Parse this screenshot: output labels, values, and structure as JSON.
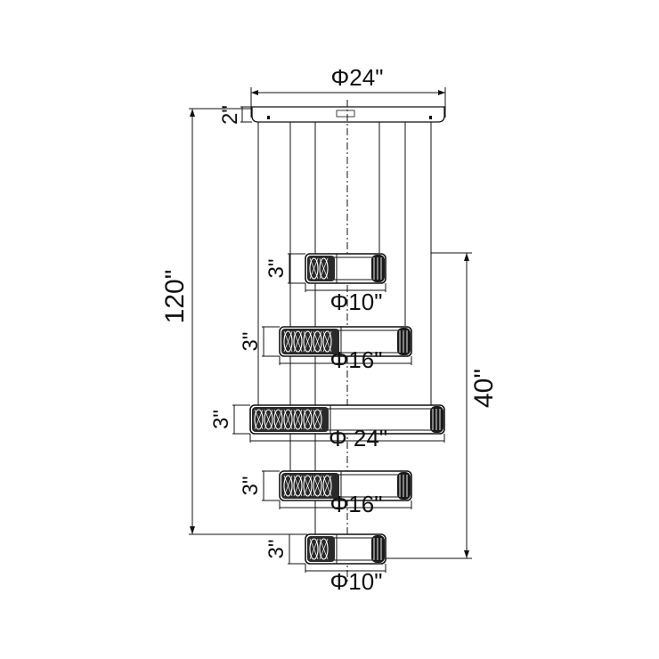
{
  "canopy": {
    "diameter_label": "Φ24\"",
    "height_label": "2\""
  },
  "overall": {
    "height_label": "120\"",
    "tier_span_label": "40\""
  },
  "tiers": [
    {
      "diameter_label": "Φ10\"",
      "height_label": "3\""
    },
    {
      "diameter_label": "Φ16\"",
      "height_label": "3\""
    },
    {
      "diameter_label": "Φ 24\"",
      "height_label": "3\""
    },
    {
      "diameter_label": "Φ16\"",
      "height_label": "3\""
    },
    {
      "diameter_label": "Φ10\"",
      "height_label": "3\""
    }
  ],
  "colors": {
    "line": "#111111",
    "background": "#ffffff"
  }
}
